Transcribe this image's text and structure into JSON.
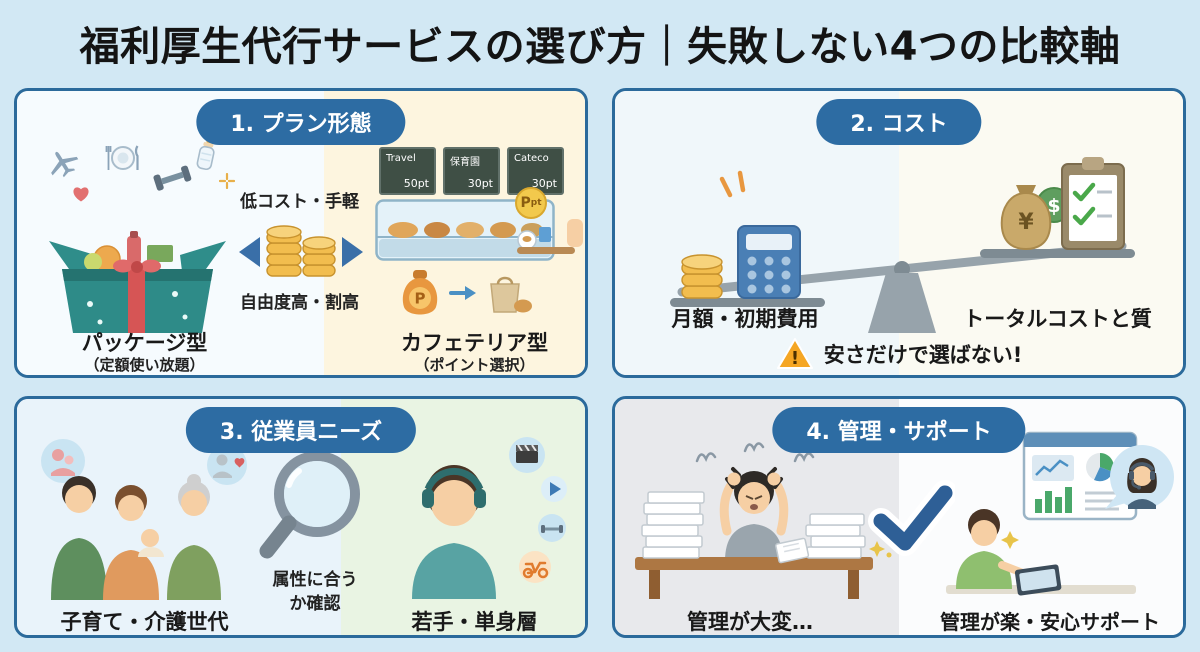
{
  "page": {
    "title": "福利厚生代行サービスの選び方｜失敗しない4つの比較軸"
  },
  "colors": {
    "background": "#d2e8f4",
    "panel_border": "#2b6a9b",
    "header_pill": "#2d6ca3",
    "warning_orange": "#f5a623",
    "check_blue": "#2e5f96",
    "coin_gold": "#f2bd4e"
  },
  "panel_plan": {
    "header": "1. プラン形態",
    "package": {
      "label": "パッケージ型",
      "sublabel": "（定額使い放題）"
    },
    "compare": {
      "top": "低コスト・手軽",
      "bottom": "自由度高・割高"
    },
    "cafeteria": {
      "label": "カフェテリア型",
      "sublabel": "（ポイント選択）"
    },
    "menu_boards": [
      {
        "name": "Travel",
        "points": "50pt"
      },
      {
        "name": "保育園",
        "points": "30pt"
      },
      {
        "name": "Cateco",
        "points": "30pt"
      }
    ],
    "point_coin": {
      "p": "P",
      "pt": "pt"
    },
    "pouch_letter": "P"
  },
  "panel_cost": {
    "header": "2. コスト",
    "left_label": "月額・初期費用",
    "right_label": "トータルコストと質",
    "warning": {
      "mark": "!",
      "text": "安さだけで選ばない!"
    },
    "symbols": {
      "yen": "¥",
      "dollar": "$"
    }
  },
  "panel_needs": {
    "header": "3. 従業員ニーズ",
    "left_label": "子育て・介護世代",
    "center_label": {
      "line1": "属性に合う",
      "line2": "か確認"
    },
    "right_label": "若手・単身層"
  },
  "panel_support": {
    "header": "4. 管理・サポート",
    "left_label": "管理が大変…",
    "right_label": "管理が楽・安心サポート"
  }
}
